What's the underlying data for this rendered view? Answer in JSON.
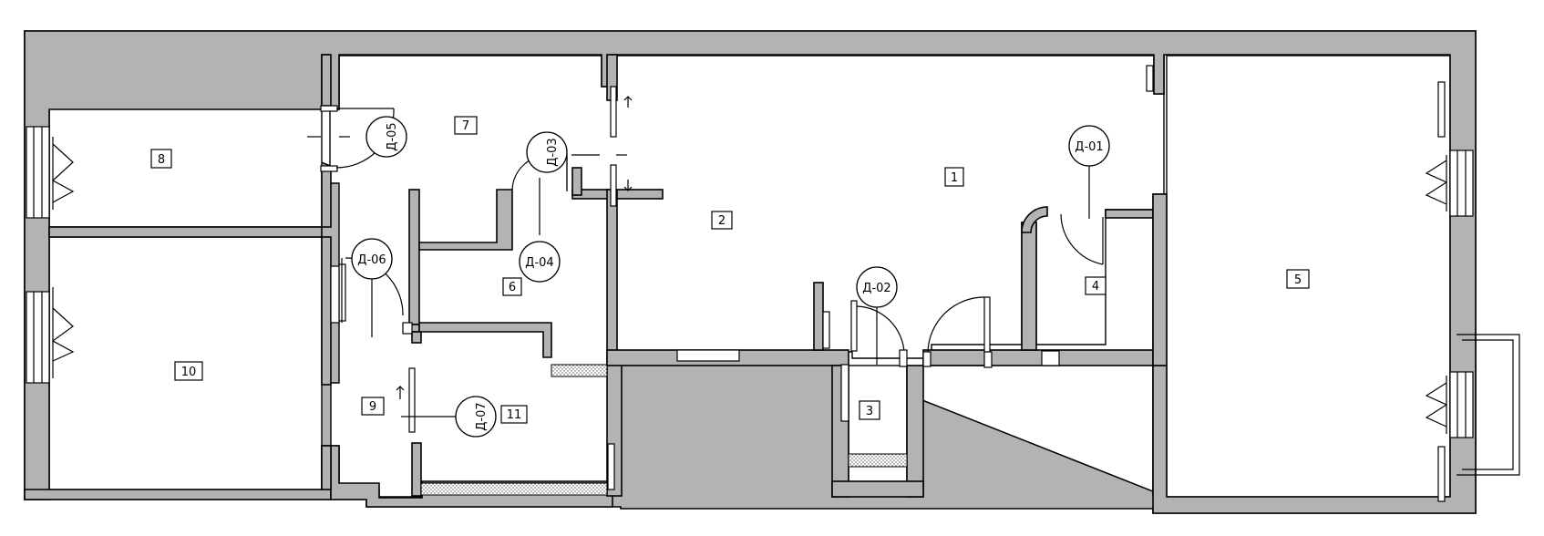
{
  "rooms": [
    {
      "label": "1"
    },
    {
      "label": "2"
    },
    {
      "label": "3"
    },
    {
      "label": "4"
    },
    {
      "label": "5"
    },
    {
      "label": "6"
    },
    {
      "label": "7"
    },
    {
      "label": "8"
    },
    {
      "label": "9"
    },
    {
      "label": "10"
    },
    {
      "label": "11"
    }
  ],
  "door_tags": [
    {
      "label": "Д-01"
    },
    {
      "label": "Д-02"
    },
    {
      "label": "Д-03"
    },
    {
      "label": "Д-04"
    },
    {
      "label": "Д-05"
    },
    {
      "label": "Д-06"
    },
    {
      "label": "Д-07"
    }
  ],
  "colors": {
    "wall": "#b3b3b3",
    "line": "#000000",
    "background": "#ffffff"
  }
}
